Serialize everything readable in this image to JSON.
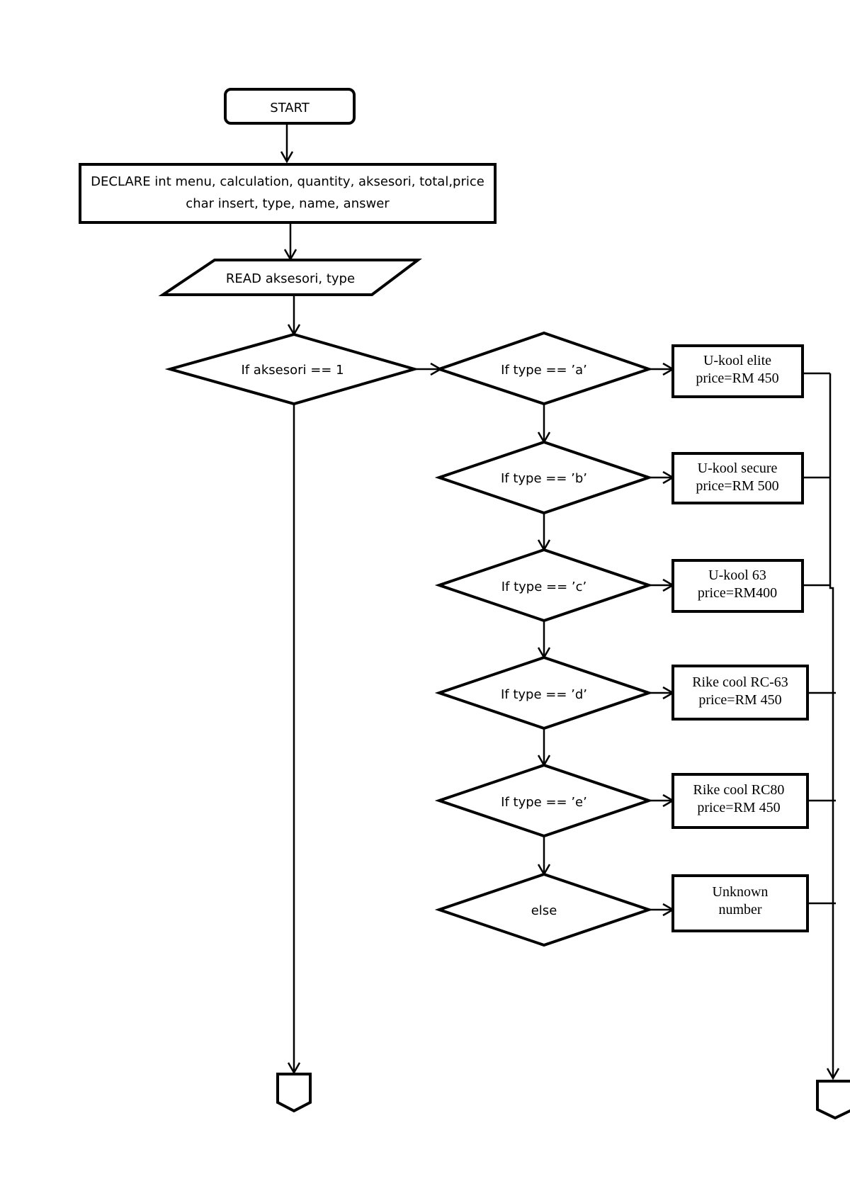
{
  "flowchart": {
    "start": "START",
    "declare": {
      "line1": "DECLARE int menu, calculation, quantity, aksesori, total,price",
      "line2": "char insert, type, name, answer"
    },
    "read": "READ aksesori, type",
    "decision_aksesori": "If aksesori == 1",
    "decisions": [
      {
        "label": "If type == ’a’",
        "result_line1": "U-kool elite",
        "result_line2": "price=RM 450"
      },
      {
        "label": "If type == ’b’",
        "result_line1": "U-kool secure",
        "result_line2": "price=RM 500"
      },
      {
        "label": "If type == ’c’",
        "result_line1": "U-kool 63",
        "result_line2": "price=RM400"
      },
      {
        "label": "If type == ’d’",
        "result_line1": "Rike cool RC-63",
        "result_line2": "price=RM 450"
      },
      {
        "label": "If type == ’e’",
        "result_line1": "Rike cool RC80",
        "result_line2": "price=RM 450"
      },
      {
        "label": "else",
        "result_line1": "Unknown",
        "result_line2": "number"
      }
    ]
  }
}
